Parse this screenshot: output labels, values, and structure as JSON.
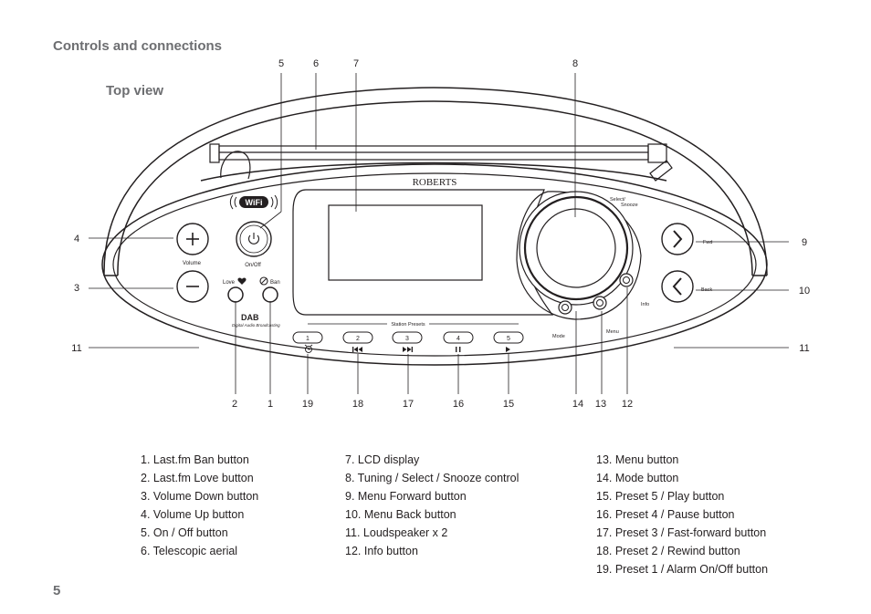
{
  "header": {
    "title": "Controls and connections",
    "subtitle": "Top view"
  },
  "device": {
    "brand": "ROBERTS",
    "wifi": "WiFi",
    "volume_label": "Volume",
    "onoff_label": "On/Off",
    "love_label": "Love",
    "ban_label": "Ban",
    "dab_logo": "DAB",
    "dab_caption": "Digital Audio Broadcasting",
    "station_presets": "Station Presets",
    "presets": [
      "1",
      "2",
      "3",
      "4",
      "5"
    ],
    "select_label_1": "Select/",
    "select_label_2": "Snooze",
    "fwd_label": "Fwd",
    "back_label": "Back",
    "info_label": "Info",
    "menu_label": "Menu",
    "mode_label": "Mode"
  },
  "callouts": {
    "c1": "1",
    "c2": "2",
    "c3": "3",
    "c4": "4",
    "c5": "5",
    "c6": "6",
    "c7": "7",
    "c8": "8",
    "c9": "9",
    "c10": "10",
    "c11": "11",
    "c12": "12",
    "c13": "13",
    "c14": "14",
    "c15": "15",
    "c16": "16",
    "c17": "17",
    "c18": "18",
    "c19": "19"
  },
  "legend": {
    "col1": [
      "1. Last.fm Ban button",
      "2. Last.fm Love button",
      "3. Volume Down button",
      "4. Volume Up button",
      "5. On / Off button",
      "6. Telescopic aerial"
    ],
    "col2": [
      "7. LCD display",
      "8. Tuning / Select / Snooze control",
      "9. Menu Forward button",
      "10. Menu Back button",
      "11. Loudspeaker x 2",
      "12. Info button"
    ],
    "col3": [
      "13. Menu button",
      "14. Mode button",
      "15. Preset 5 / Play button",
      "16. Preset 4 / Pause button",
      "17. Preset 3 / Fast-forward button",
      "18. Preset 2 / Rewind button",
      "19. Preset 1 / Alarm On/Off button"
    ]
  },
  "page_number": "5"
}
